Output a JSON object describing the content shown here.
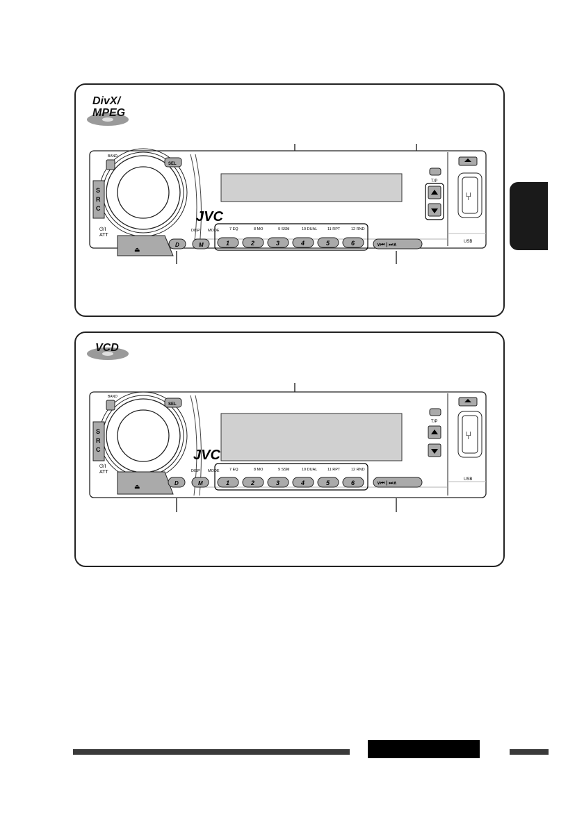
{
  "panels": [
    {
      "badge": [
        "DivX/",
        "MPEG"
      ],
      "brand": "JVC",
      "band_label": "BAND",
      "src_label": [
        "S",
        "R",
        "C"
      ],
      "sel_label": "SEL",
      "att_label": [
        "⏻/I",
        "ATT"
      ],
      "disp_label": "DISP",
      "mode_label": "MODE",
      "mode_functions": [
        "7  EQ",
        "8  MO",
        "9  SSM",
        "10  DUAL",
        "11  RPT",
        "12  RND"
      ],
      "preset_buttons": [
        "1",
        "2",
        "3",
        "4",
        "5",
        "6"
      ],
      "d_button": "D",
      "m_button": "M",
      "tp_label": "T/P",
      "usb_label": "USB",
      "skip_label": "∨⏮ | ⏭∧"
    },
    {
      "badge": [
        "VCD"
      ],
      "brand": "JVC",
      "band_label": "BAND",
      "src_label": [
        "S",
        "R",
        "C"
      ],
      "sel_label": "SEL",
      "att_label": [
        "⏻/I",
        "ATT"
      ],
      "disp_label": "DISP",
      "mode_label": "MODE",
      "mode_functions": [
        "7  EQ",
        "8  MO",
        "9  SSM",
        "10  DUAL",
        "11  RPT",
        "12  RND"
      ],
      "preset_buttons": [
        "1",
        "2",
        "3",
        "4",
        "5",
        "6"
      ],
      "d_button": "D",
      "m_button": "M",
      "tp_label": "T/P",
      "usb_label": "USB",
      "skip_label": "∨⏮ | ⏭∧"
    }
  ]
}
